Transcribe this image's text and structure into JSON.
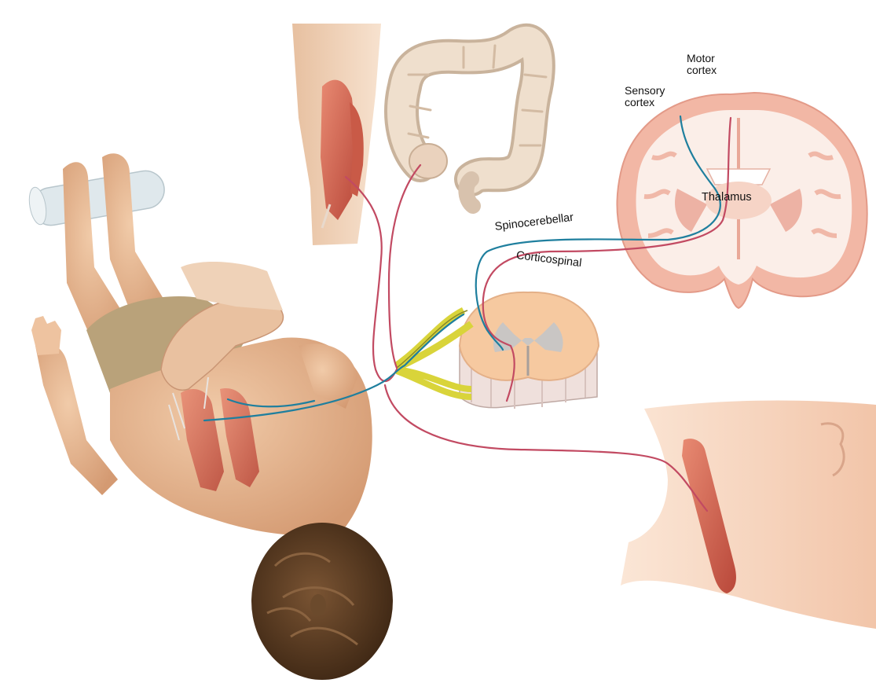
{
  "diagram": {
    "labels": {
      "motor_cortex": [
        "Motor",
        "cortex"
      ],
      "sensory_cortex": [
        "Sensory",
        "cortex"
      ],
      "thalamus": "Thalamus",
      "spinocerebellar": "Spinocerebellar",
      "corticospinal": "Corticospinal"
    },
    "colors": {
      "sensory_pathway": "#1f7f9e",
      "motor_pathway": "#c24a62",
      "brain_white_matter": "#fbeee8",
      "brain_gray_matter": "#f0b8a8",
      "spinal_gray": "#c9c6c4",
      "spinal_white": "#f6c9a0",
      "muscle": "#d96a55",
      "skin": "#e9bb96",
      "hair": "#5a3b22",
      "intestine": "#ecd9c4",
      "nerve_root": "#d9d43a"
    }
  }
}
